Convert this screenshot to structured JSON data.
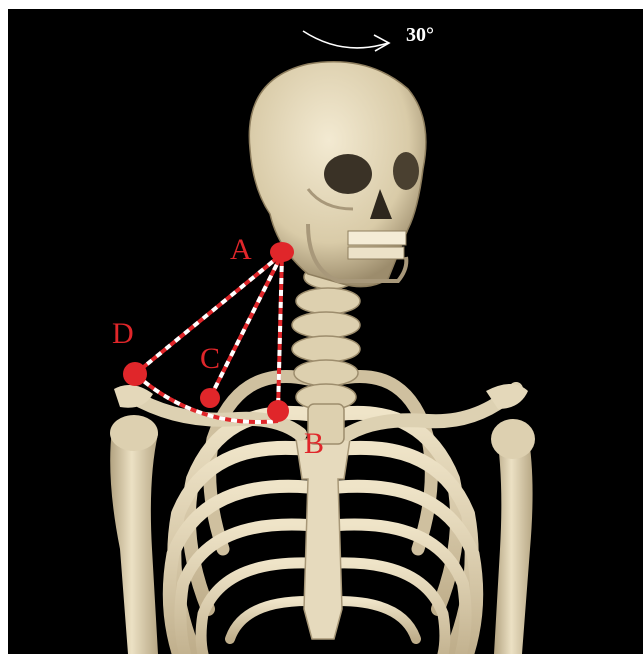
{
  "figure": {
    "rotation_label": "30°",
    "points": [
      {
        "id": "A",
        "label": "A"
      },
      {
        "id": "B",
        "label": "B"
      },
      {
        "id": "C",
        "label": "C"
      },
      {
        "id": "D",
        "label": "D"
      }
    ]
  },
  "colors": {
    "background": "#000000",
    "bone": "#e8dcbf",
    "bone_shadow": "#a8987a",
    "marker": "#e0262a",
    "dash": "#ffffff",
    "rotation_text": "#ffffff"
  }
}
